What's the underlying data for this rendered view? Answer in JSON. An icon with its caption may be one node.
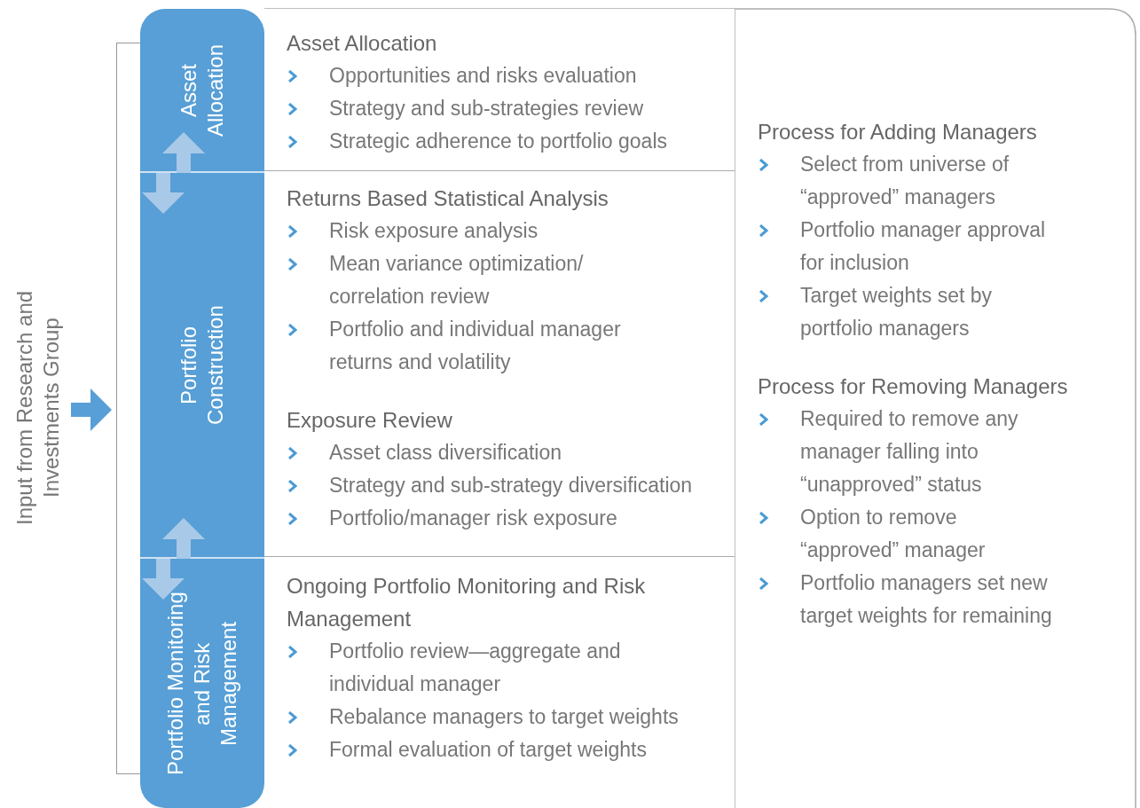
{
  "diagram": {
    "nodes": [
      {
        "text": [
          "Input from Research and Investments Group"
        ]
      },
      {
        "text": [],
        "shape": "bracket"
      },
      {
        "text": [
          "Asset Allocation"
        ]
      },
      {
        "text": [
          "Portfolio Construction"
        ]
      },
      {
        "text": [
          "Portfolio Monitoring and Risk Management"
        ]
      },
      {
        "text": [
          "Asset Allocation",
          "Opportunities and risks evaluation",
          "Strategy and sub-strategies review",
          "Strategic adherence to portfolio goals"
        ]
      },
      {
        "text": [
          "Returns Based Statistical Analysis",
          "Risk exposure analysis",
          "Mean variance optimization/ correlation review",
          "Portfolio and individual manager returns and volatility",
          "Exposure Review",
          "Asset class diversification",
          "Strategy and sub-strategy diversification",
          "Portfolio/manager risk exposure"
        ]
      },
      {
        "text": [
          "Ongoing Portfolio Monitoring and Risk Management",
          "Portfolio review—aggregate and individual manager",
          "Rebalance managers to target weights",
          "Formal evaluation of target weights"
        ]
      },
      {
        "text": [
          "Process for Adding Managers",
          "Select from universe of “approved” managers",
          "Portfolio manager approval for inclusion",
          "Target weights set by portfolio managers",
          "Process for Removing Managers",
          "Required to remove any manager falling into “unapproved” status",
          "Option to remove “approved” manager",
          "Portfolio managers set new target weights for remaining"
        ]
      }
    ],
    "edges": [
      {
        "from": 0,
        "to": 1,
        "arrow": "to",
        "color": "#579fd6"
      },
      {
        "from": 3,
        "to": 2,
        "arrow": "to"
      },
      {
        "from": 2,
        "to": 3,
        "arrow": "to"
      },
      {
        "from": 4,
        "to": 3,
        "arrow": "to"
      },
      {
        "from": 3,
        "to": 4,
        "arrow": "to"
      }
    ]
  }
}
